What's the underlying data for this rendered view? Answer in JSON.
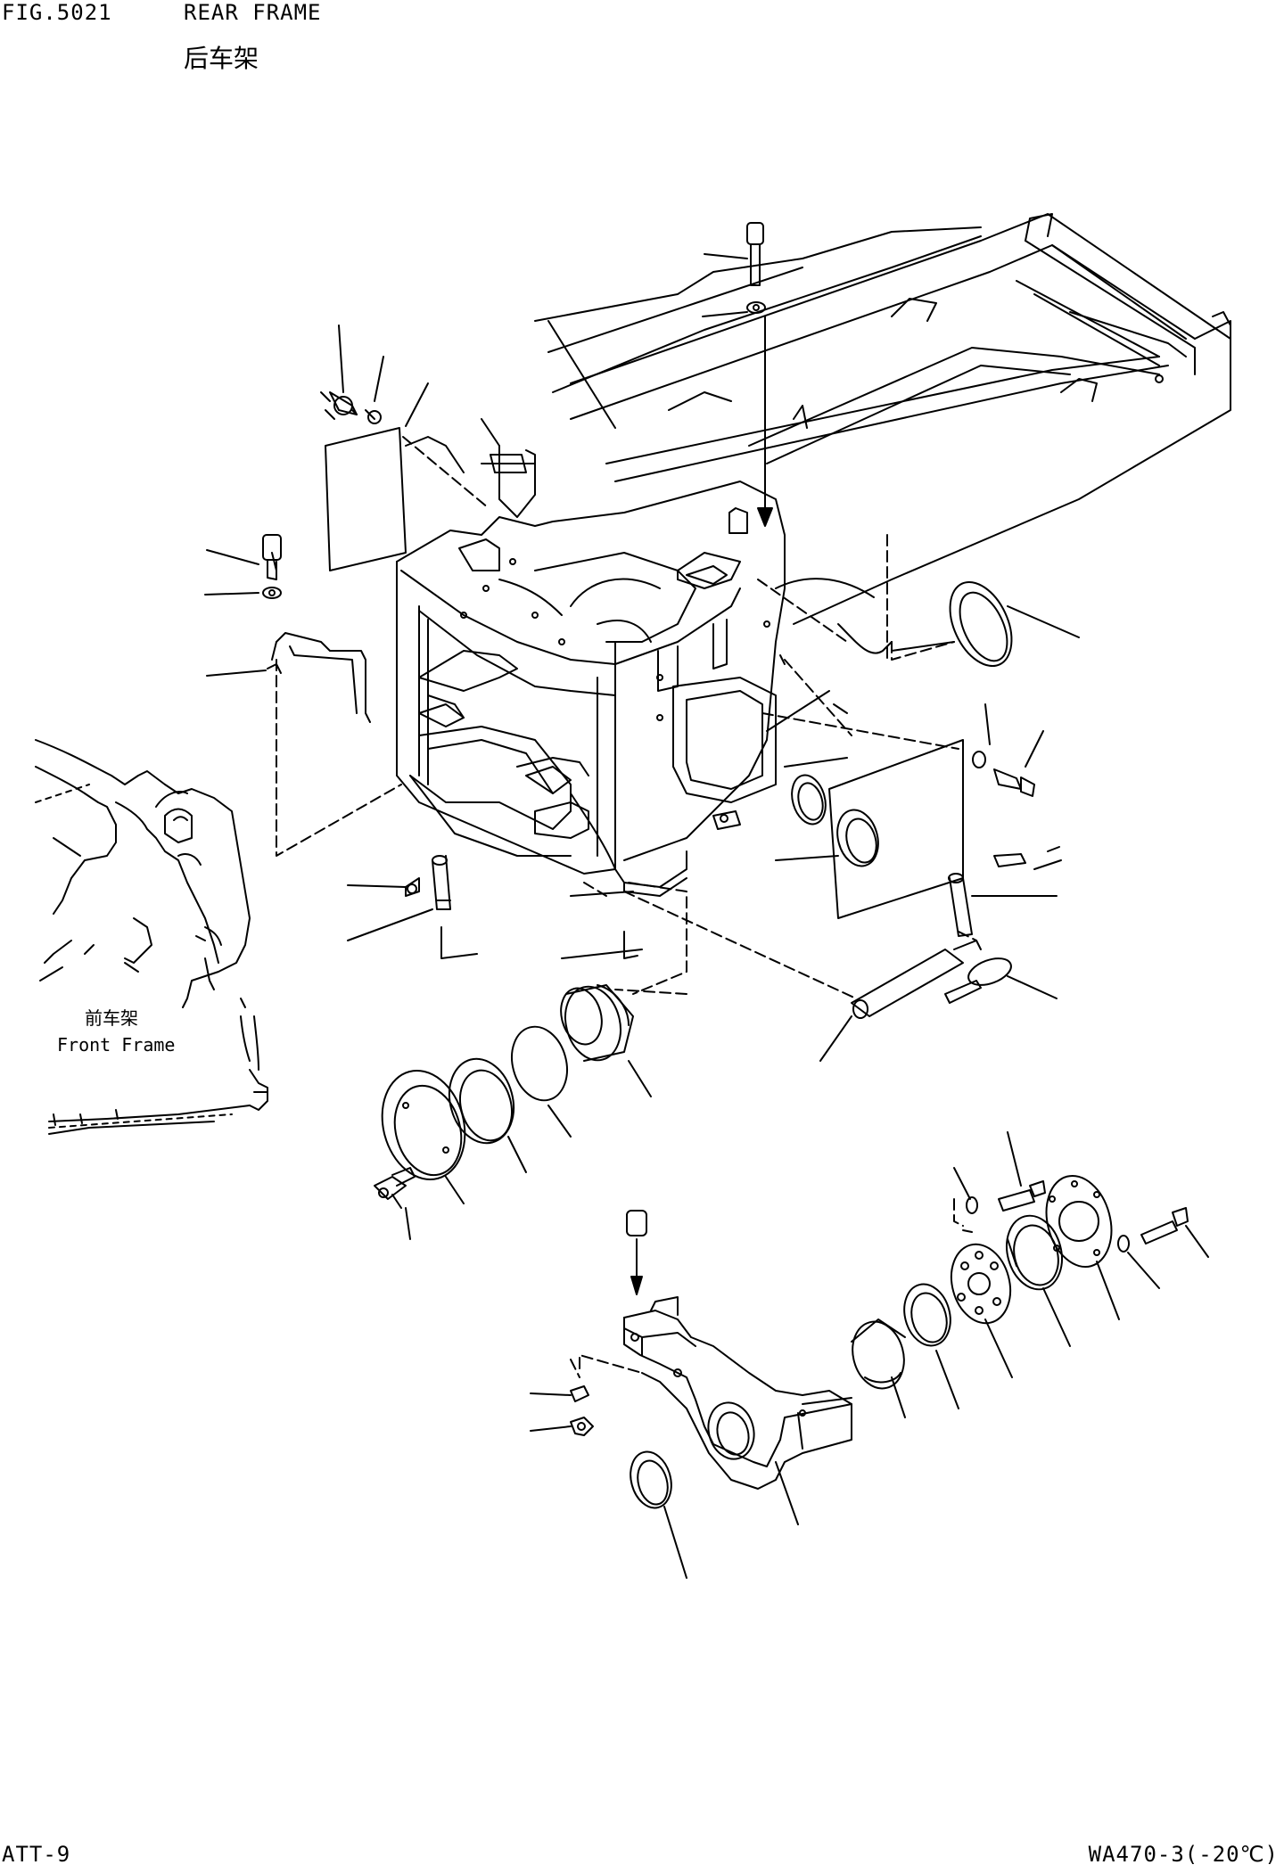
{
  "header": {
    "figure_number": "FIG.5021",
    "title_en": "REAR FRAME",
    "title_zh": "后车架"
  },
  "diagram": {
    "front_frame_label_zh": "前车架",
    "front_frame_label_en": "Front Frame"
  },
  "footer": {
    "page_id": "ATT-9",
    "model": "WA470-3(-20℃)"
  },
  "colors": {
    "ink": "#000000",
    "paper": "#ffffff"
  }
}
